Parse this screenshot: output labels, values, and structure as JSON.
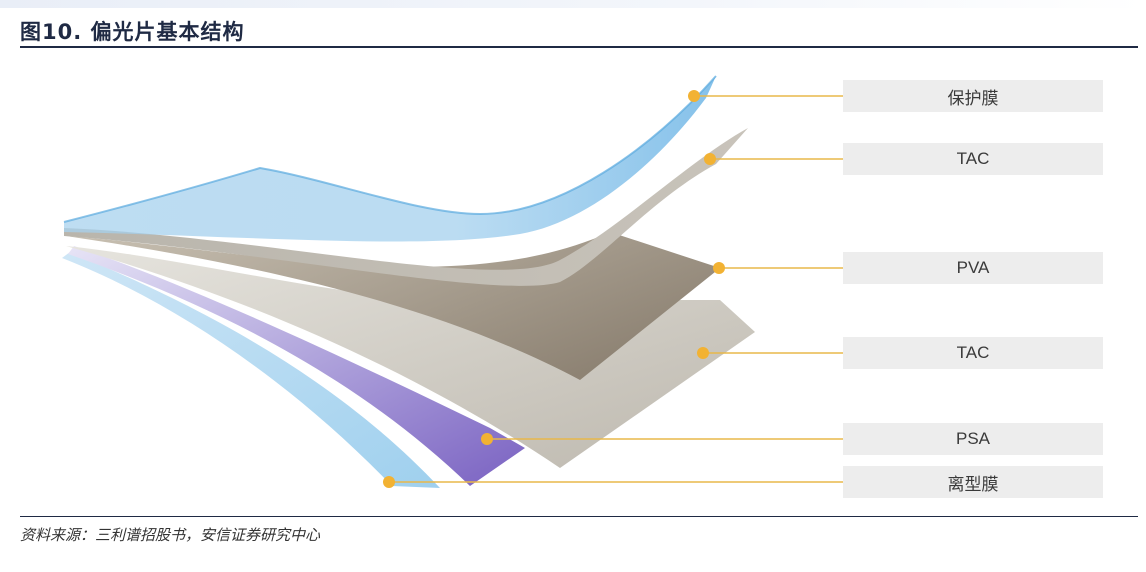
{
  "title": "图10. 偏光片基本结构",
  "source": "资料来源：三利谱招股书，安信证券研究中心",
  "layers": [
    {
      "label": "保护膜"
    },
    {
      "label": "TAC"
    },
    {
      "label": "PVA"
    },
    {
      "label": "TAC"
    },
    {
      "label": "PSA"
    },
    {
      "label": "离型膜"
    }
  ],
  "colors": {
    "callout_dot": "#f2b233",
    "callout_line": "#e8b84a",
    "rule": "#1f2a44"
  }
}
